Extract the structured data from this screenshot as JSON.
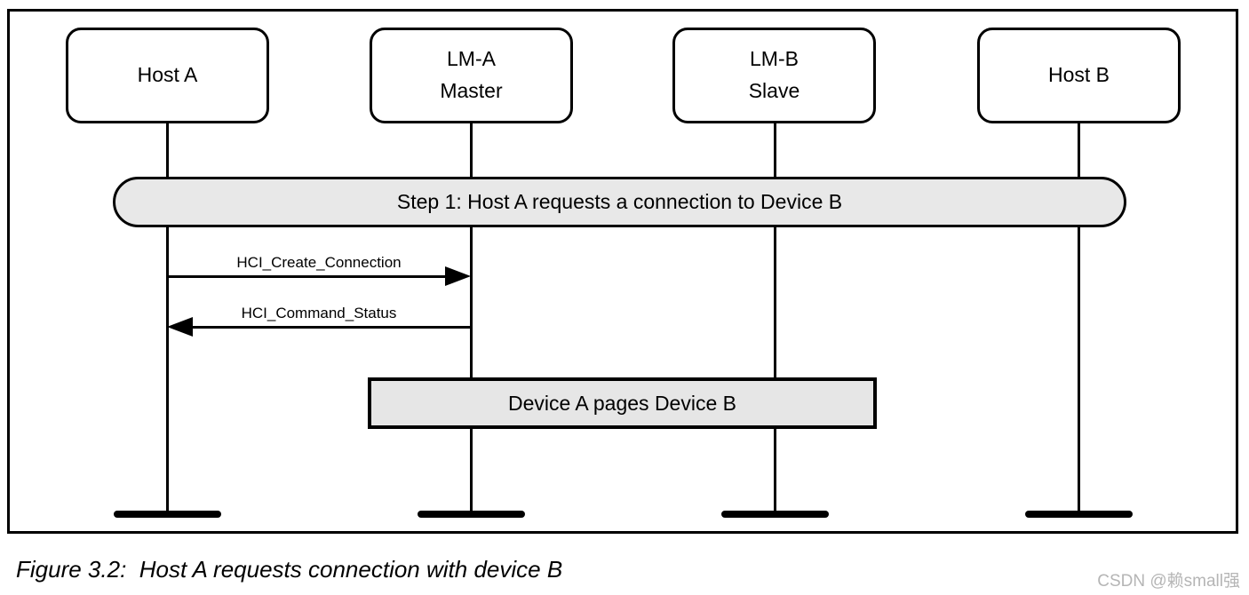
{
  "diagram": {
    "actors": [
      {
        "label": "Host A"
      },
      {
        "label": "LM-A\nMaster"
      },
      {
        "label": "LM-B\nSlave"
      },
      {
        "label": "Host B"
      }
    ],
    "banner": {
      "label": "Step 1: Host A requests a connection to Device B"
    },
    "messages": [
      {
        "label": "HCI_Create_Connection",
        "from": "Host A",
        "to": "LM-A Master",
        "direction": "right"
      },
      {
        "label": "HCI_Command_Status",
        "from": "LM-A Master",
        "to": "Host A",
        "direction": "left"
      }
    ],
    "activity": {
      "label": "Device A pages Device B"
    }
  },
  "caption": "Figure 3.2:  Host A requests connection with device B",
  "watermark": "CSDN @赖small强",
  "colors": {
    "banner_fill": "#e8e8e8",
    "activity_fill": "#e6e6e6",
    "line": "#000000",
    "watermark": "#b5b5b5"
  }
}
